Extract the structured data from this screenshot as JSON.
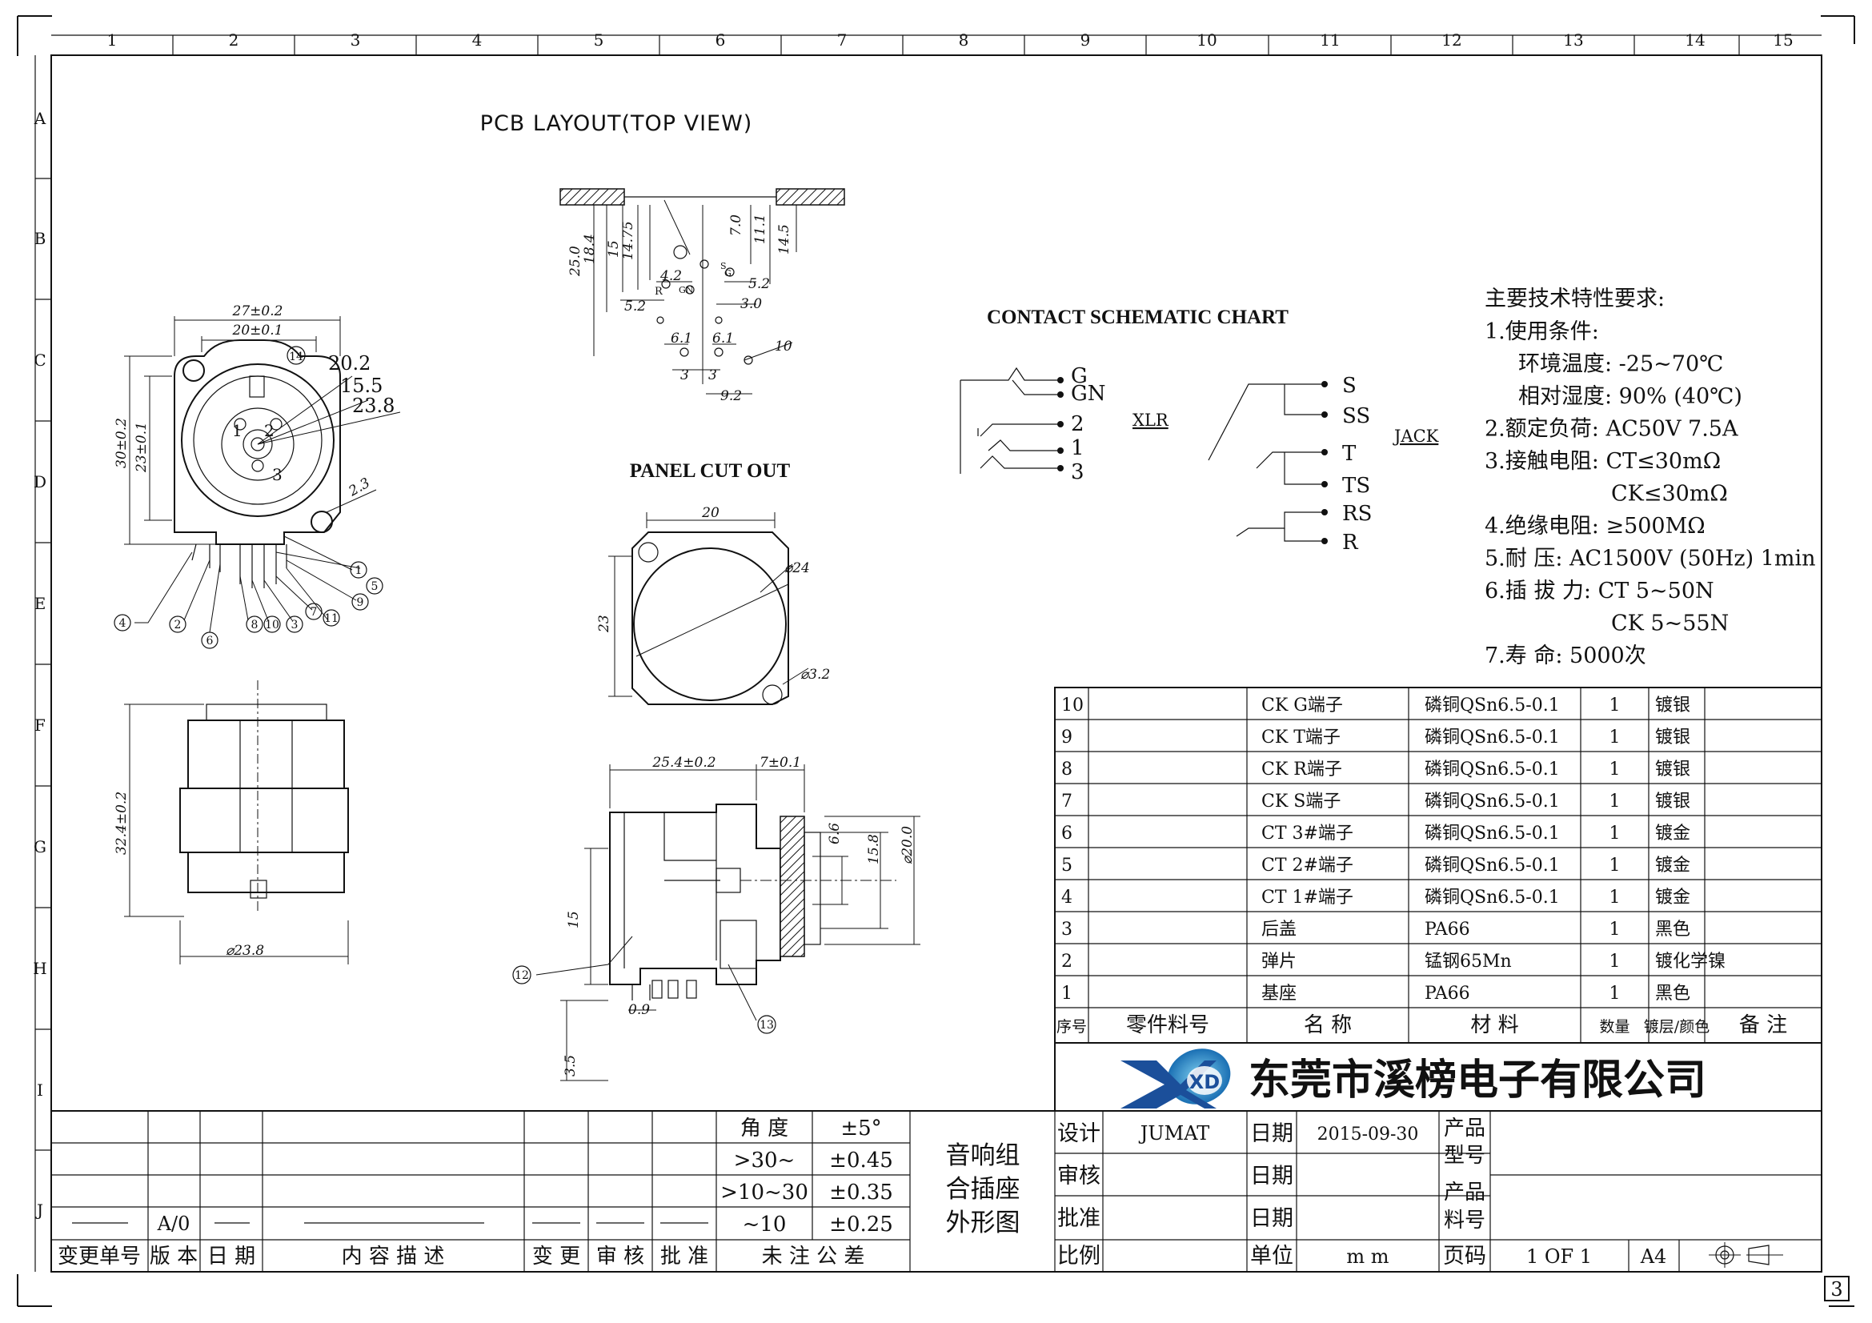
{
  "grid": {
    "columns": [
      "1",
      "2",
      "3",
      "4",
      "5",
      "6",
      "7",
      "8",
      "9",
      "10",
      "11",
      "12",
      "13",
      "14",
      "15"
    ],
    "rows": [
      "A",
      "B",
      "C",
      "D",
      "E",
      "F",
      "G",
      "H",
      "I",
      "J"
    ]
  },
  "views": {
    "pcb_title": "PCB LAYOUT(TOP VIEW)",
    "panel_title": "PANEL CUT OUT",
    "contact_title": "CONTACT SCHEMATIC CHART"
  },
  "front_view": {
    "dims": [
      "27±0.2",
      "20±0.1",
      "30±0.2",
      "23±0.1",
      "20.2",
      "15.5",
      "23.8",
      "2.3"
    ],
    "callouts": [
      "14",
      "1",
      "9",
      "5",
      "11",
      "7",
      "3",
      "10",
      "8",
      "6",
      "2",
      "4"
    ],
    "pins": [
      "1",
      "2",
      "3"
    ]
  },
  "bottom_view": {
    "dims": [
      "32.4±0.2",
      "23.8"
    ]
  },
  "pcb_layout": {
    "dims": [
      "25.0",
      "18.4",
      "15",
      "14.75",
      "7.0",
      "11.1",
      "14.5",
      "4.2",
      "5.2",
      "5.2",
      "3.0",
      "6.1",
      "6.1",
      "3",
      "3",
      "9.2",
      "10"
    ],
    "pin_labels": [
      "R",
      "GN",
      "G",
      "S"
    ]
  },
  "panel_cut": {
    "dims": [
      "20",
      "23",
      "24",
      "3.2"
    ]
  },
  "side_view": {
    "dims": [
      "25.4±0.2",
      "7±0.1",
      "6.6",
      "15.8",
      "20.0",
      "15",
      "0.9",
      "3.5"
    ],
    "callouts": [
      "12",
      "13"
    ]
  },
  "contact_chart": {
    "xlr_label": "XLR",
    "jack_label": "JACK",
    "xlr_pins": [
      "G",
      "GN",
      "2",
      "1",
      "3"
    ],
    "jack_pins": [
      "S",
      "SS",
      "T",
      "TS",
      "RS",
      "R"
    ]
  },
  "requirements": {
    "title": "主要技术特性要求:",
    "lines": [
      "1.使用条件:",
      "环境温度: -25~70℃",
      "相对湿度: 90% (40℃)",
      "2.额定负荷: AC50V 7.5A",
      "3.接触电阻: CT≤30mΩ",
      "CK≤30mΩ",
      "4.绝缘电阻: ≥500MΩ",
      "5.耐    压: AC1500V (50Hz) 1min",
      "6.插 拔 力: CT 5~50N",
      "CK 5~55N",
      "7.寿    命: 5000次"
    ]
  },
  "bom": {
    "header": [
      "序号",
      "零件料号",
      "名  称",
      "材       料",
      "数量",
      "镀层/颜色",
      "备 注"
    ],
    "rows": [
      [
        "10",
        "",
        "CK G端子",
        "磷铜QSn6.5-0.1",
        "1",
        "镀银",
        ""
      ],
      [
        "9",
        "",
        "CK T端子",
        "磷铜QSn6.5-0.1",
        "1",
        "镀银",
        ""
      ],
      [
        "8",
        "",
        "CK R端子",
        "磷铜QSn6.5-0.1",
        "1",
        "镀银",
        ""
      ],
      [
        "7",
        "",
        "CK S端子",
        "磷铜QSn6.5-0.1",
        "1",
        "镀银",
        ""
      ],
      [
        "6",
        "",
        "CT 3#端子",
        "磷铜QSn6.5-0.1",
        "1",
        "镀金",
        ""
      ],
      [
        "5",
        "",
        "CT 2#端子",
        "磷铜QSn6.5-0.1",
        "1",
        "镀金",
        ""
      ],
      [
        "4",
        "",
        "CT 1#端子",
        "磷铜QSn6.5-0.1",
        "1",
        "镀金",
        ""
      ],
      [
        "3",
        "",
        "后盖",
        "PA66",
        "1",
        "黑色",
        ""
      ],
      [
        "2",
        "",
        "弹片",
        "锰钢65Mn",
        "1",
        "镀化学镍",
        ""
      ],
      [
        "1",
        "",
        "基座",
        "PA66",
        "1",
        "黑色",
        ""
      ]
    ]
  },
  "company": {
    "logo_text": "XD",
    "name": "东莞市溪榜电子有限公司"
  },
  "title_block": {
    "tolerance": {
      "rows": [
        [
          "角 度",
          "±5°"
        ],
        [
          ">30~",
          "±0.45"
        ],
        [
          ">10~30",
          "±0.35"
        ],
        [
          "~10",
          "±0.25"
        ]
      ],
      "footer": "未 注 公 差"
    },
    "product_name": [
      "音响组",
      "合插座",
      "外形图"
    ],
    "design_label": "设计",
    "designer": "JUMAT",
    "date_label": "日期",
    "date": "2015-09-30",
    "review_label": "审核",
    "approve_label": "批准",
    "scale_label": "比例",
    "unit_label": "单位",
    "unit": "m m",
    "product_model_label": [
      "产品",
      "型号"
    ],
    "product_part_label": [
      "产品",
      "料号"
    ],
    "page_label": "页码",
    "page": "1 OF 1",
    "size": "A4"
  },
  "revision_block": {
    "version": "A/0",
    "labels": [
      "变更单号",
      "版 本",
      "日 期",
      "内 容 描 述",
      "变 更",
      "审 核",
      "批 准"
    ]
  },
  "sheet_number": "3"
}
